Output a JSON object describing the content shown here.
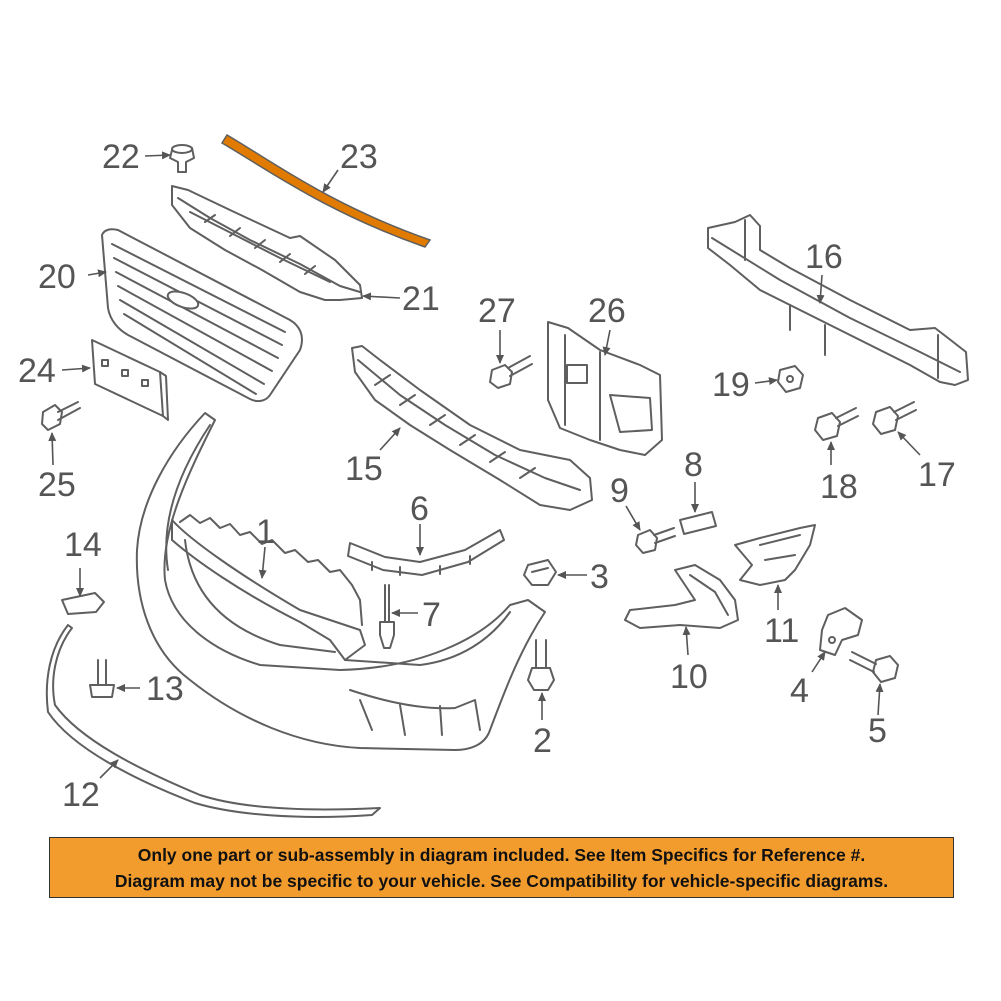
{
  "colors": {
    "highlight_part": "#E07B00",
    "notice_background": "#F39C2E",
    "line_art": "#5f5f5f"
  },
  "callouts": {
    "c1": "1",
    "c2": "2",
    "c3": "3",
    "c4": "4",
    "c5": "5",
    "c6": "6",
    "c7": "7",
    "c8": "8",
    "c9": "9",
    "c10": "10",
    "c11": "11",
    "c12": "12",
    "c13": "13",
    "c14": "14",
    "c15": "15",
    "c16": "16",
    "c17": "17",
    "c18": "18",
    "c19": "19",
    "c20": "20",
    "c21": "21",
    "c22": "22",
    "c23": "23",
    "c24": "24",
    "c25": "25",
    "c26": "26",
    "c27": "27"
  },
  "highlighted_part": "23",
  "notice": {
    "line1": "Only one part or sub-assembly in diagram included. See Item Specifics for Reference #.",
    "line2": "Diagram may not be specific to your vehicle. See Compatibility for vehicle-specific diagrams."
  }
}
